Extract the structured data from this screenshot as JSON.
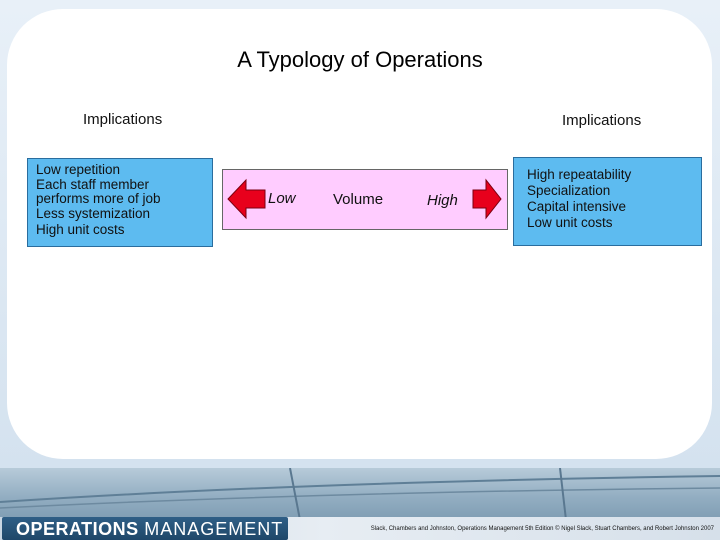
{
  "slide": {
    "title": "A Typology of Operations"
  },
  "implications": {
    "left_label": "Implications",
    "right_label": "Implications"
  },
  "left_box": {
    "lines": [
      "Low repetition",
      "Each staff member",
      "performs more of job",
      "Less systemization",
      "High unit costs"
    ]
  },
  "right_box": {
    "lines": [
      "High repeatability",
      "Specialization",
      "Capital intensive",
      "Low unit costs"
    ]
  },
  "volume_scale": {
    "low": "Low",
    "label": "Volume",
    "high": "High"
  },
  "footer": {
    "logo_bold": "OPERATIONS",
    "logo_light": "MANAGEMENT",
    "credit": "Slack, Chambers and Johnston, Operations Management 5th Edition © Nigel Slack, Stuart Chambers, and Robert Johnston 2007"
  },
  "colors": {
    "box_fill": "#5dbbf0",
    "volume_fill": "#ffccff",
    "arrow_fill": "#e8001c"
  }
}
